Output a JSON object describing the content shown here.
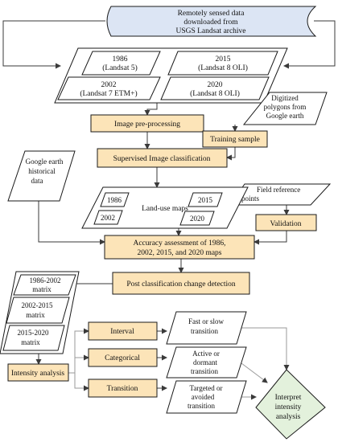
{
  "source": {
    "lines": [
      "Remotely sensed data",
      "downloaded from",
      "USGS Landsat archive"
    ]
  },
  "landsat": {
    "y1986": [
      "1986",
      "(Landsat 5)"
    ],
    "y2015": [
      "2015",
      "(Landsat 8 OLI)"
    ],
    "y2002": [
      "2002",
      "(Landsat 7 ETM+)"
    ],
    "y2020": [
      "2020",
      "(Landsat 8 OLI)"
    ]
  },
  "preprocessing": "Image pre-processing",
  "digitized": [
    "Digitized",
    "polygons from",
    "Google earth"
  ],
  "training": "Training sample",
  "supervised": "Supervised Image classification",
  "google_hist": [
    "Google earth",
    "historical",
    "data"
  ],
  "field_ref": [
    "Field reference",
    "points"
  ],
  "landuse": {
    "label": "Land-use maps",
    "y1986": "1986",
    "y2015": "2015",
    "y2002": "2002",
    "y2020": "2020"
  },
  "validation": "Validation",
  "accuracy": [
    "Accuracy assessment of 1986,",
    "2002, 2015, and 2020 maps"
  ],
  "post": "Post classification change detection",
  "matrices": {
    "m1": [
      "1986-2002",
      "matrix"
    ],
    "m2": [
      "2002-2015",
      "matrix"
    ],
    "m3": [
      "2015-2020",
      "matrix"
    ]
  },
  "intensity": "Intensity analysis",
  "levels": {
    "interval": "Interval",
    "categorical": "Categorical",
    "transition": "Transition"
  },
  "outcomes": {
    "interval": [
      "Fast or slow",
      "transition"
    ],
    "categorical": [
      "Active or",
      "dormant",
      "transition"
    ],
    "transition": [
      "Targeted or",
      "avoided",
      "transition"
    ]
  },
  "interpret": [
    "Interpret",
    "intensity",
    "analysis"
  ],
  "colors": {
    "orange": "#fce4b8",
    "blue": "#dce5f4",
    "green": "#e3f1dc",
    "line": "#3a3a3a",
    "grey": "#9a9a9a"
  }
}
